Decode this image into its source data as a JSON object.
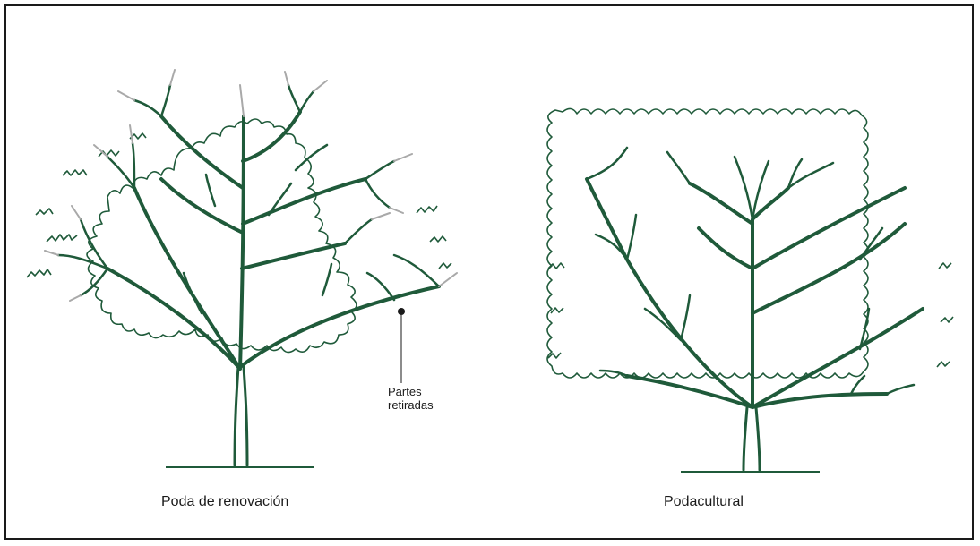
{
  "diagram": {
    "colors": {
      "branch": "#1f5a3a",
      "foliage": "#1f5a3a",
      "removed": "#a9a9a9",
      "frame": "#1a1a1a"
    },
    "left_tree": {
      "caption": "Poda de renovación"
    },
    "right_tree": {
      "caption": "Podacultural"
    },
    "callout": {
      "line1": "Partes",
      "line2": "retiradas"
    }
  }
}
